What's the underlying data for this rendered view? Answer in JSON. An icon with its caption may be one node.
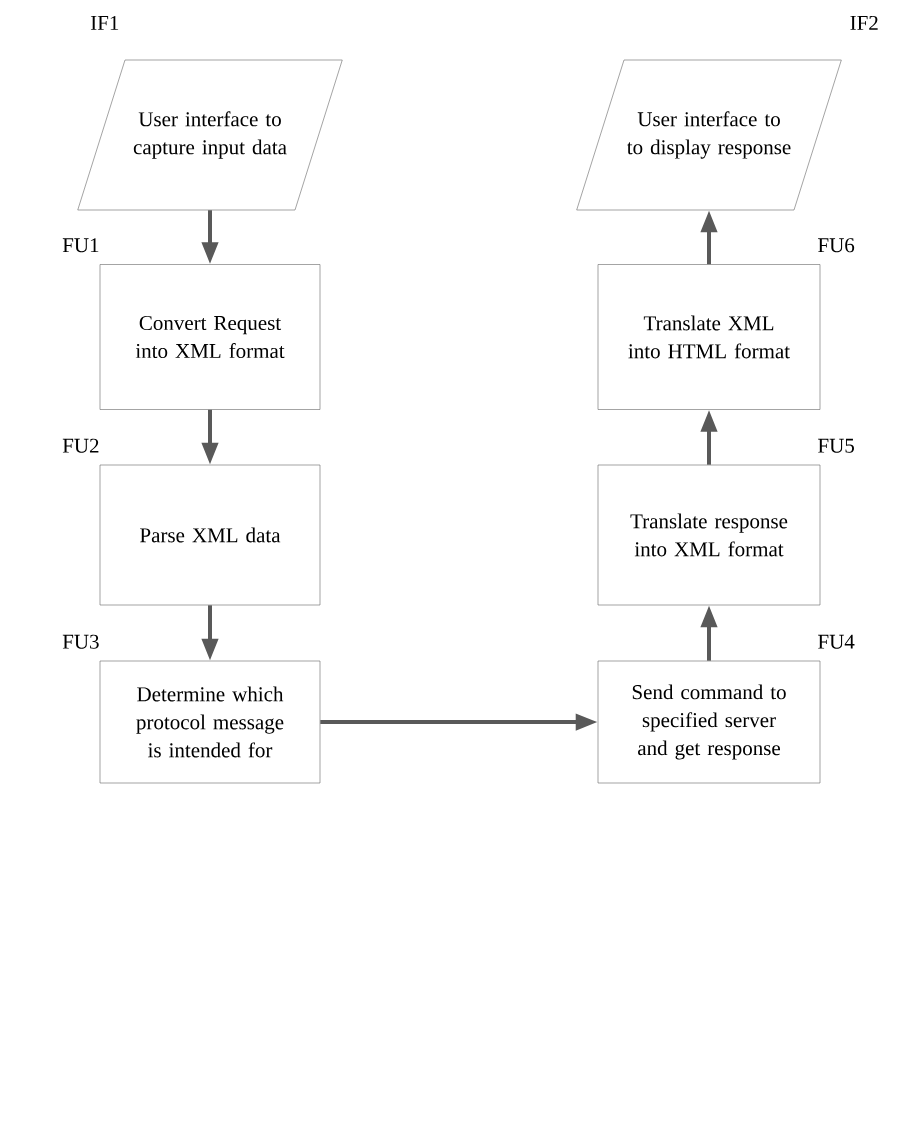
{
  "diagram": {
    "nodes": [
      {
        "text": [
          "IF1",
          "User interface to capture input data"
        ]
      },
      {
        "text": [
          "IF2",
          "User interface to to display response"
        ]
      },
      {
        "text": [
          "FU1",
          "Convert Request into XML format"
        ]
      },
      {
        "text": [
          "FU6",
          "Translate XML into HTML format"
        ]
      },
      {
        "text": [
          "FU2",
          "Parse XML data"
        ]
      },
      {
        "text": [
          "FU5",
          "Translate response into XML format"
        ]
      },
      {
        "text": [
          "FU3",
          "Determine which protocol message is intended for"
        ]
      },
      {
        "text": [
          "FU4",
          "Send  command to specified server and get response"
        ]
      }
    ],
    "edges": [
      {
        "from": 0,
        "to": 2,
        "arrow": "to"
      },
      {
        "from": 2,
        "to": 4,
        "arrow": "to"
      },
      {
        "from": 4,
        "to": 6,
        "arrow": "to"
      },
      {
        "from": 6,
        "to": 7,
        "arrow": "to"
      },
      {
        "from": 7,
        "to": 5,
        "arrow": "to"
      },
      {
        "from": 5,
        "to": 3,
        "arrow": "to"
      },
      {
        "from": 3,
        "to": 1,
        "arrow": "to"
      }
    ]
  }
}
